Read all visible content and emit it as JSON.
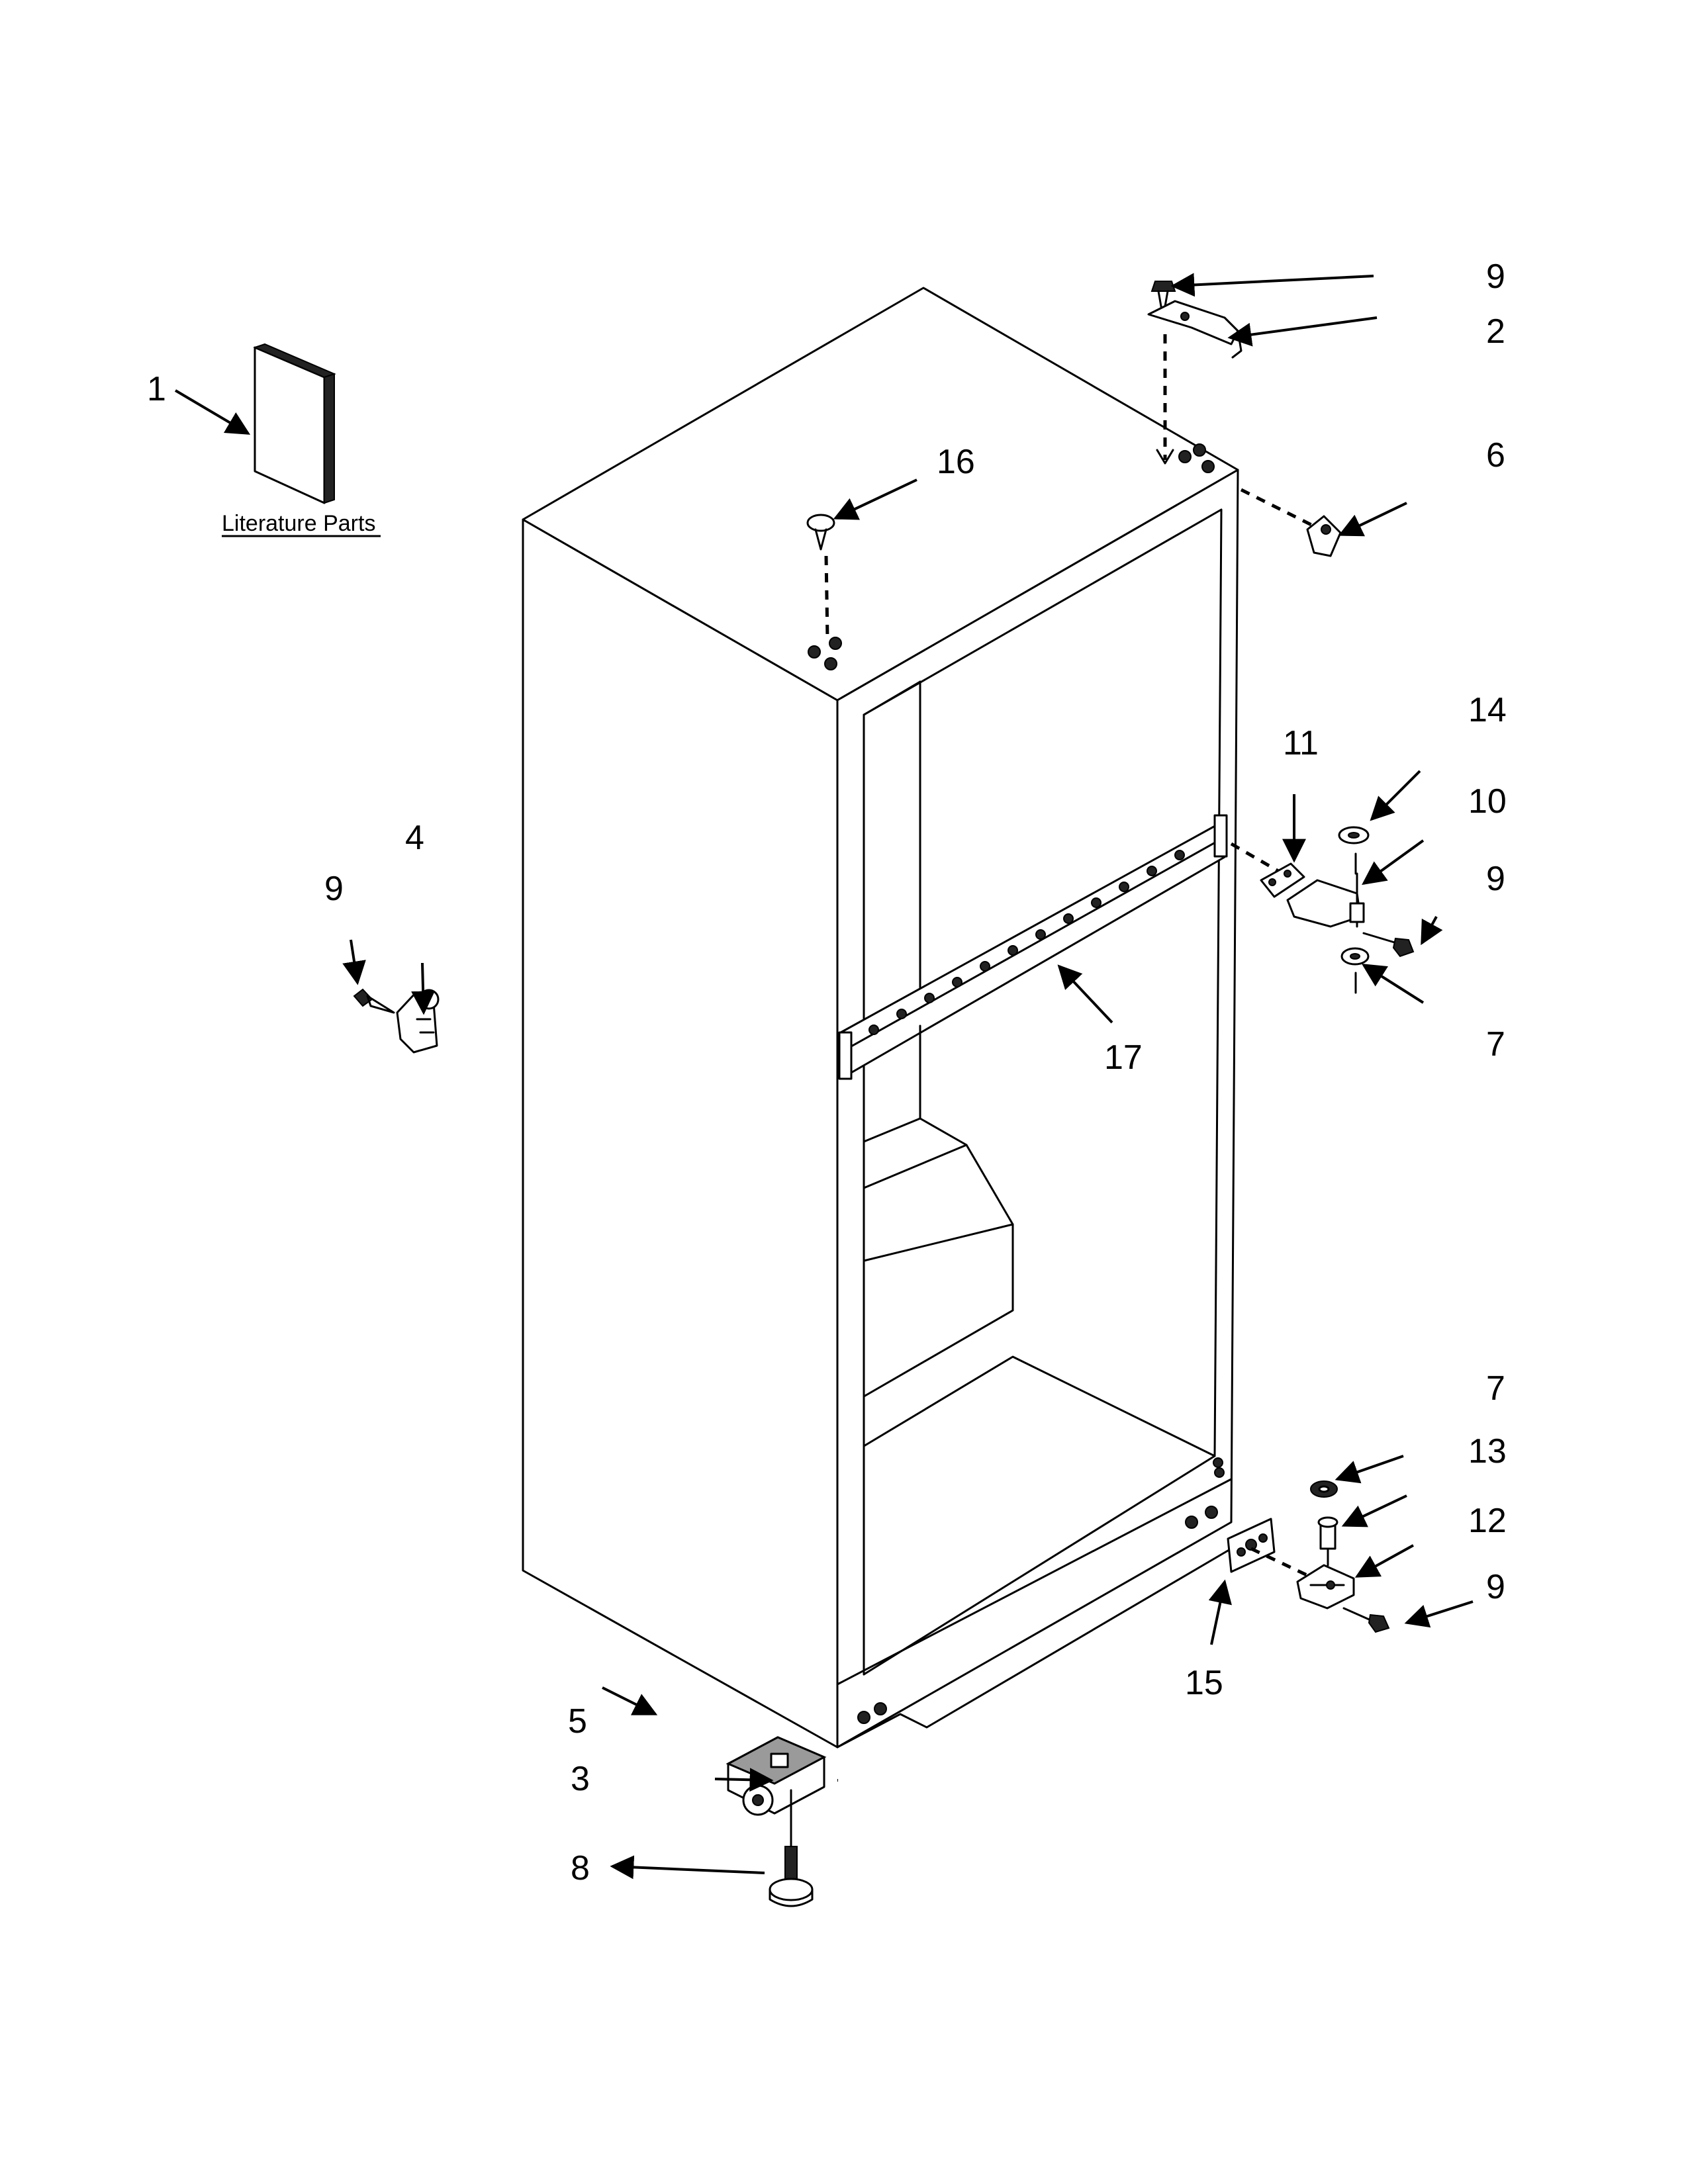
{
  "diagram": {
    "literature_label": "Literature Parts",
    "callouts": [
      {
        "id": "c1",
        "text": "1"
      },
      {
        "id": "c2",
        "text": "2"
      },
      {
        "id": "c3",
        "text": "3"
      },
      {
        "id": "c4",
        "text": "4"
      },
      {
        "id": "c5",
        "text": "5"
      },
      {
        "id": "c6",
        "text": "6"
      },
      {
        "id": "c7a",
        "text": "7"
      },
      {
        "id": "c7b",
        "text": "7"
      },
      {
        "id": "c8",
        "text": "8"
      },
      {
        "id": "c9a",
        "text": "9"
      },
      {
        "id": "c9b",
        "text": "9"
      },
      {
        "id": "c9c",
        "text": "9"
      },
      {
        "id": "c9d",
        "text": "9"
      },
      {
        "id": "c10",
        "text": "10"
      },
      {
        "id": "c11",
        "text": "11"
      },
      {
        "id": "c12",
        "text": "12"
      },
      {
        "id": "c13",
        "text": "13"
      },
      {
        "id": "c14",
        "text": "14"
      },
      {
        "id": "c15",
        "text": "15"
      },
      {
        "id": "c16",
        "text": "16"
      },
      {
        "id": "c17",
        "text": "17"
      }
    ]
  }
}
